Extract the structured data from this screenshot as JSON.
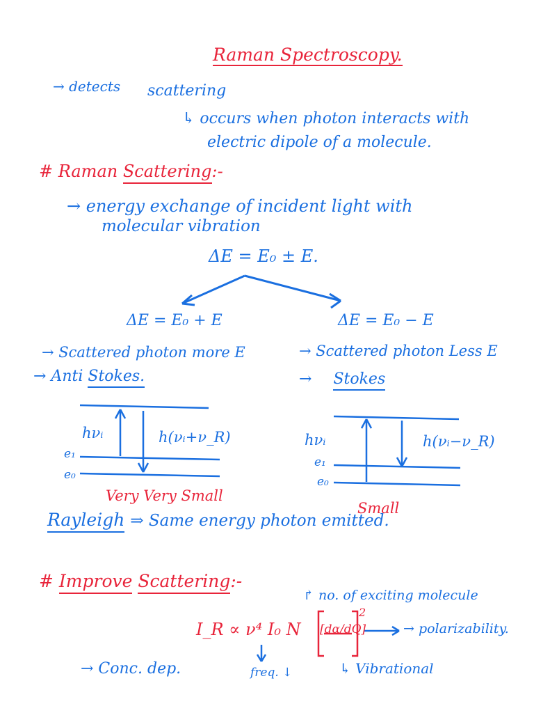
{
  "colors": {
    "red_ink": "#e8243a",
    "blue_ink": "#1a6fe0",
    "paper": "#ffffff"
  },
  "title": "Raman Spectroscopy.",
  "intro": {
    "bullet": "→ detects",
    "keyword": "scattering",
    "occurs": "↳ occurs when photon interacts with",
    "occurs_2": "electric dipole of a molecule."
  },
  "raman_heading": {
    "hash": "#",
    "word1": "Raman",
    "word2": "Scattering",
    "suffix": ":-"
  },
  "energy_exchange": {
    "line1": "→ energy exchange of incident light with",
    "line2": "molecular vibration"
  },
  "main_equation": "ΔE = E₀ ± E.",
  "anti_stokes": {
    "equation": "ΔE = E₀ + E",
    "point1": "→ Scattered photon more E",
    "label_prefix": "→ Anti",
    "label": "Stokes.",
    "photon_in": "hνᵢ",
    "photon_out": "h(νᵢ+ν_R)",
    "level_e1": "e₁",
    "level_e0": "e₀",
    "intensity": "Very Very Small"
  },
  "stokes": {
    "equation": "ΔE = E₀ − E",
    "point1": "→ Scattered photon Less E",
    "label_prefix": "→",
    "label": "Stokes",
    "photon_in": "hνᵢ",
    "photon_out": "h(νᵢ−ν_R)",
    "level_e1": "e₁",
    "level_e0": "e₀",
    "intensity": "Small"
  },
  "rayleigh": {
    "word": "Rayleigh",
    "text": "⇒ Same energy photon emitted."
  },
  "improve_heading": {
    "hash": "#",
    "word1": "Improve",
    "word2": "Scattering",
    "suffix": ":-"
  },
  "formula": {
    "expression": "I_R ∝ ν⁴ I₀ N",
    "derivative": "[dα/dQ]",
    "power": "2",
    "molecules_note": "↱ no. of exciting molecule",
    "polarizability": "→ polarizability.",
    "vibrational": "↳ Vibrational",
    "conc": "→ Conc. dep.",
    "freq": "freq. ↓"
  }
}
